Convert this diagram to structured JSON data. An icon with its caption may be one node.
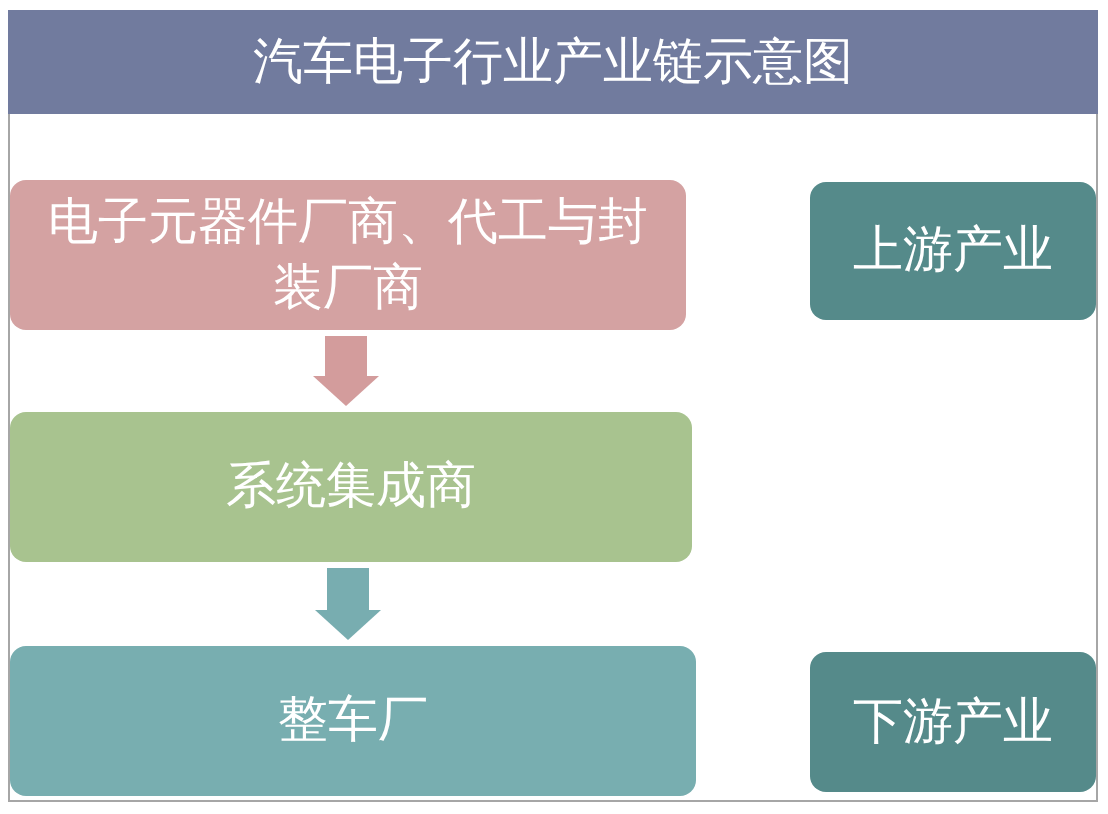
{
  "diagram": {
    "title": "汽车电子行业产业链示意图",
    "nodes": [
      {
        "text": [
          "电子元器件厂商、代工与封装厂商"
        ]
      },
      {
        "text": [
          "系统集成商"
        ]
      },
      {
        "text": [
          "整车厂"
        ]
      },
      {
        "text": [
          "上游产业"
        ]
      },
      {
        "text": [
          "下游产业"
        ]
      }
    ],
    "edges": [
      {
        "from": 0,
        "to": 1,
        "arrow": "to",
        "color": "#d39c9c"
      },
      {
        "from": 1,
        "to": 2,
        "arrow": "to",
        "color": "#78adb0"
      }
    ]
  }
}
